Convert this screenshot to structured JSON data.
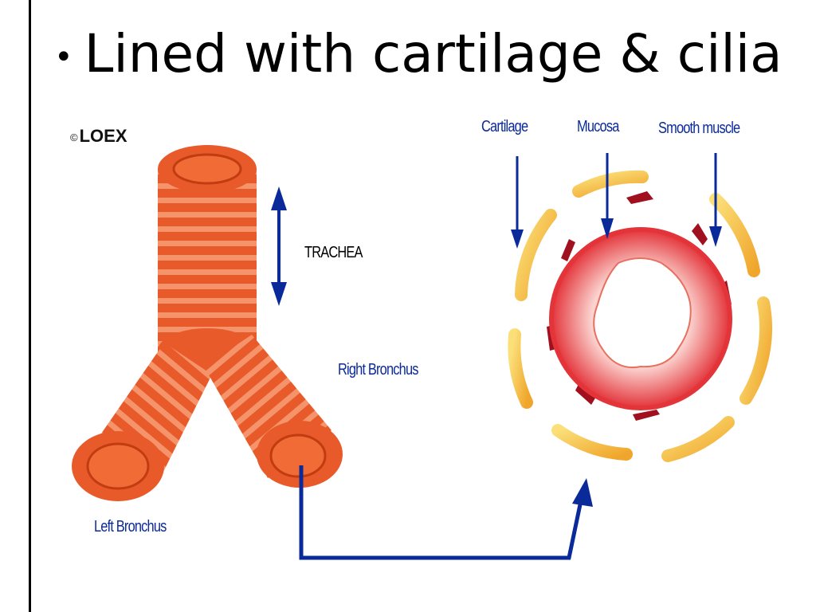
{
  "slide": {
    "bullet": "•",
    "title": "Lined with cartilage & cilia"
  },
  "figure": {
    "copyright_symbol": "©",
    "logo_text": "LOEX",
    "labels": {
      "trachea": "TRACHEA",
      "right_bronchus": "Right Bronchus",
      "left_bronchus": "Left Bronchus",
      "cartilage": "Cartilage",
      "mucosa": "Mucosa",
      "smooth_muscle": "Smooth muscle"
    }
  },
  "colors": {
    "tube": "#e85a2a",
    "tube_stripe": "#f5936a",
    "tube_dark": "#c23c12",
    "cartilage": "#f5c03c",
    "mucosa": "#e3343a",
    "muscle": "#a0101e",
    "arrow": "#0a2a9a"
  }
}
